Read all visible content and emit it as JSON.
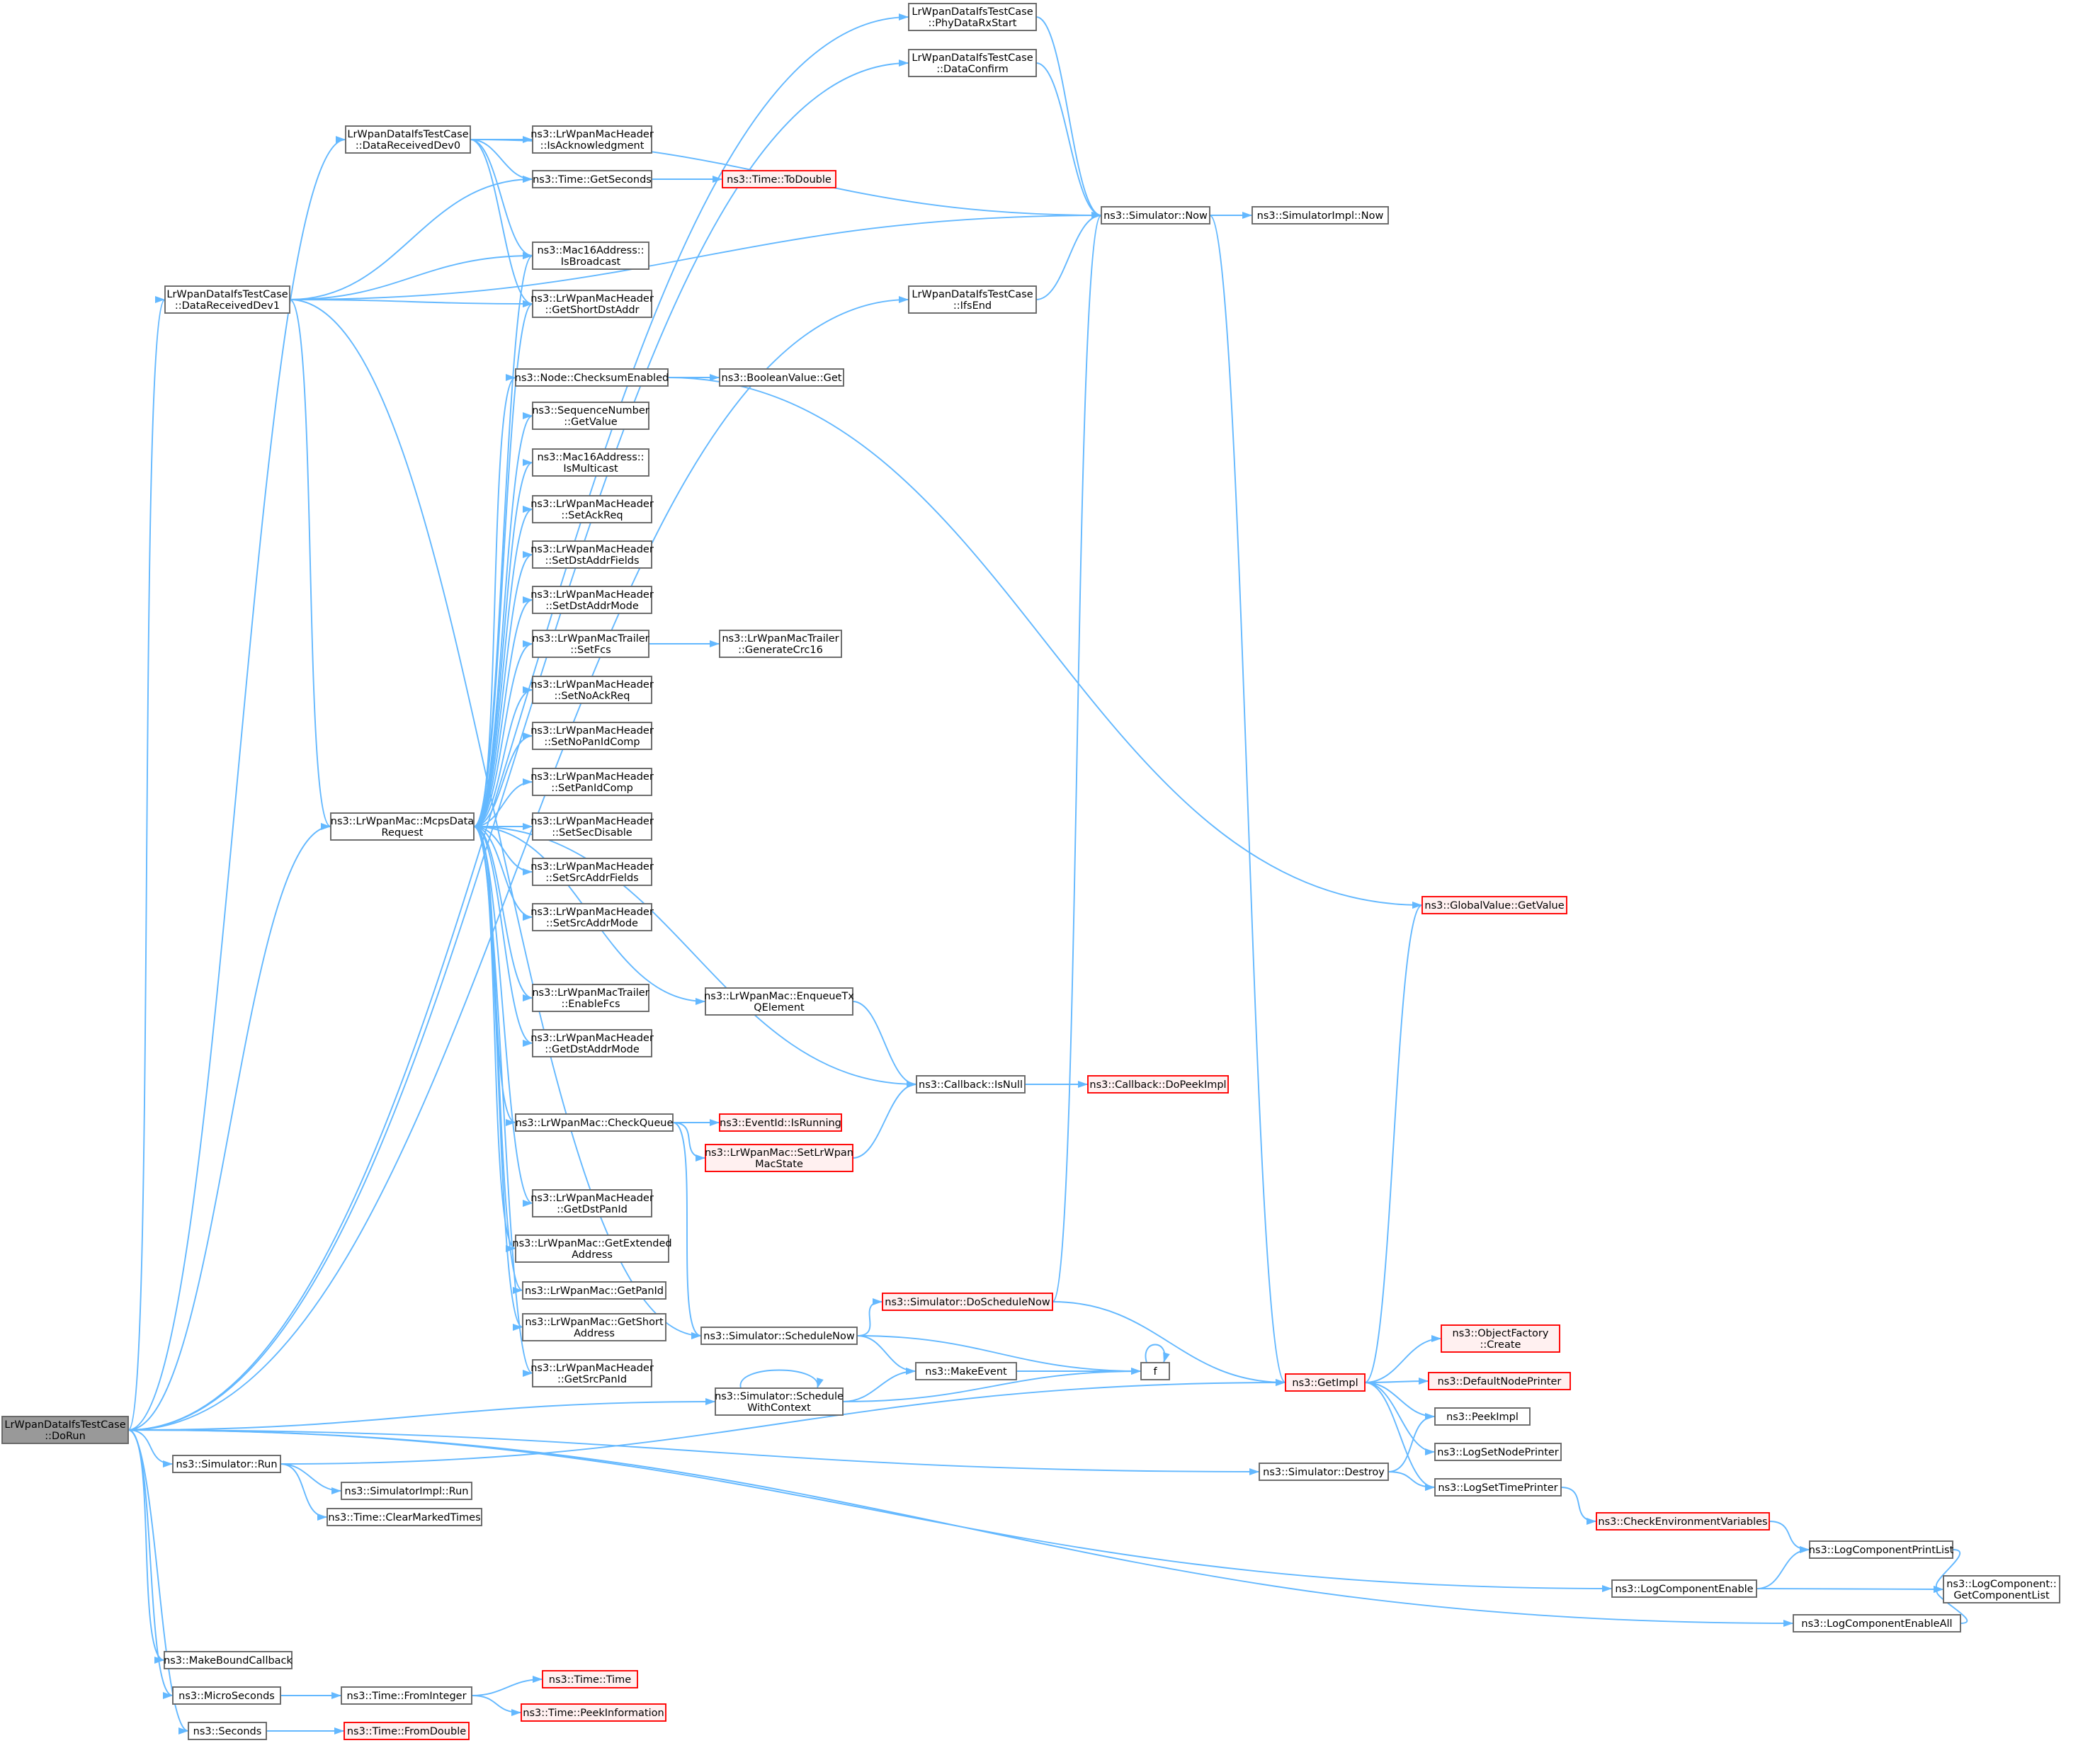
{
  "title": "",
  "colors": {
    "edge": "#63b8ff",
    "node_border": "#666666",
    "node_fill": "#ffffff",
    "current_fill": "#999999",
    "current_border": "#666666",
    "truncated_border": "#ff0000",
    "truncated_fill": "#fff0f0"
  },
  "nodes": [
    {
      "id": "dorun",
      "lines": [
        "LrWpanDataIfsTestCase",
        "::DoRun"
      ],
      "style": "current"
    },
    {
      "id": "phyrx",
      "lines": [
        "LrWpanDataIfsTestCase",
        "::PhyDataRxStart"
      ]
    },
    {
      "id": "dataconfirm",
      "lines": [
        "LrWpanDataIfsTestCase",
        "::DataConfirm"
      ]
    },
    {
      "id": "recv0",
      "lines": [
        "LrWpanDataIfsTestCase",
        "::DataReceivedDev0"
      ]
    },
    {
      "id": "isack",
      "lines": [
        "ns3::LrWpanMacHeader",
        "::IsAcknowledgment"
      ]
    },
    {
      "id": "getseconds",
      "lines": [
        "ns3::Time::GetSeconds"
      ]
    },
    {
      "id": "todouble",
      "lines": [
        "ns3::Time::ToDouble"
      ],
      "style": "red"
    },
    {
      "id": "now",
      "lines": [
        "ns3::Simulator::Now"
      ]
    },
    {
      "id": "implnow",
      "lines": [
        "ns3::SimulatorImpl::Now"
      ]
    },
    {
      "id": "recv1",
      "lines": [
        "LrWpanDataIfsTestCase",
        "::DataReceivedDev1"
      ]
    },
    {
      "id": "isbroadcast",
      "lines": [
        "ns3::Mac16Address::",
        "IsBroadcast"
      ]
    },
    {
      "id": "getshortdst",
      "lines": [
        "ns3::LrWpanMacHeader",
        "::GetShortDstAddr"
      ]
    },
    {
      "id": "ifsend",
      "lines": [
        "LrWpanDataIfsTestCase",
        "::IfsEnd"
      ]
    },
    {
      "id": "checksum",
      "lines": [
        "ns3::Node::ChecksumEnabled"
      ]
    },
    {
      "id": "boolget",
      "lines": [
        "ns3::BooleanValue::Get"
      ]
    },
    {
      "id": "seqget",
      "lines": [
        "ns3::SequenceNumber",
        "::GetValue"
      ]
    },
    {
      "id": "ismulticast",
      "lines": [
        "ns3::Mac16Address::",
        "IsMulticast"
      ]
    },
    {
      "id": "setackreq",
      "lines": [
        "ns3::LrWpanMacHeader",
        "::SetAckReq"
      ]
    },
    {
      "id": "setdstfields",
      "lines": [
        "ns3::LrWpanMacHeader",
        "::SetDstAddrFields"
      ]
    },
    {
      "id": "setdstmode",
      "lines": [
        "ns3::LrWpanMacHeader",
        "::SetDstAddrMode"
      ]
    },
    {
      "id": "setfcs",
      "lines": [
        "ns3::LrWpanMacTrailer",
        "::SetFcs"
      ]
    },
    {
      "id": "gencrc",
      "lines": [
        "ns3::LrWpanMacTrailer",
        "::GenerateCrc16"
      ]
    },
    {
      "id": "setnoack",
      "lines": [
        "ns3::LrWpanMacHeader",
        "::SetNoAckReq"
      ]
    },
    {
      "id": "setnopanid",
      "lines": [
        "ns3::LrWpanMacHeader",
        "::SetNoPanIdComp"
      ]
    },
    {
      "id": "mcps",
      "lines": [
        "ns3::LrWpanMac::McpsData",
        "Request"
      ]
    },
    {
      "id": "setpanid",
      "lines": [
        "ns3::LrWpanMacHeader",
        "::SetPanIdComp"
      ]
    },
    {
      "id": "setsecdisable",
      "lines": [
        "ns3::LrWpanMacHeader",
        "::SetSecDisable"
      ]
    },
    {
      "id": "setsrcfields",
      "lines": [
        "ns3::LrWpanMacHeader",
        "::SetSrcAddrFields"
      ]
    },
    {
      "id": "setsrcmode",
      "lines": [
        "ns3::LrWpanMacHeader",
        "::SetSrcAddrMode"
      ]
    },
    {
      "id": "globalget",
      "lines": [
        "ns3::GlobalValue::GetValue"
      ],
      "style": "red"
    },
    {
      "id": "enablefcs",
      "lines": [
        "ns3::LrWpanMacTrailer",
        "::EnableFcs"
      ]
    },
    {
      "id": "enqueue",
      "lines": [
        "ns3::LrWpanMac::EnqueueTx",
        "QElement"
      ]
    },
    {
      "id": "getdstmode",
      "lines": [
        "ns3::LrWpanMacHeader",
        "::GetDstAddrMode"
      ]
    },
    {
      "id": "isnull",
      "lines": [
        "ns3::Callback::IsNull"
      ]
    },
    {
      "id": "dopeek",
      "lines": [
        "ns3::Callback::DoPeekImpl"
      ],
      "style": "red"
    },
    {
      "id": "checkqueue",
      "lines": [
        "ns3::LrWpanMac::CheckQueue"
      ]
    },
    {
      "id": "isrunning",
      "lines": [
        "ns3::EventId::IsRunning"
      ],
      "style": "red"
    },
    {
      "id": "setstate",
      "lines": [
        "ns3::LrWpanMac::SetLrWpan",
        "MacState"
      ],
      "style": "red"
    },
    {
      "id": "getdstpan",
      "lines": [
        "ns3::LrWpanMacHeader",
        "::GetDstPanId"
      ]
    },
    {
      "id": "getext",
      "lines": [
        "ns3::LrWpanMac::GetExtended",
        "Address"
      ]
    },
    {
      "id": "getpanid",
      "lines": [
        "ns3::LrWpanMac::GetPanId"
      ]
    },
    {
      "id": "getshort",
      "lines": [
        "ns3::LrWpanMac::GetShort",
        "Address"
      ]
    },
    {
      "id": "getsrcpan",
      "lines": [
        "ns3::LrWpanMacHeader",
        "::GetSrcPanId"
      ]
    },
    {
      "id": "doschedulenow",
      "lines": [
        "ns3::Simulator::DoScheduleNow"
      ],
      "style": "red"
    },
    {
      "id": "schedulenow",
      "lines": [
        "ns3::Simulator::ScheduleNow"
      ]
    },
    {
      "id": "makeevent",
      "lines": [
        "ns3::MakeEvent"
      ]
    },
    {
      "id": "f",
      "lines": [
        "f"
      ]
    },
    {
      "id": "schedctx",
      "lines": [
        "ns3::Simulator::Schedule",
        "WithContext"
      ]
    },
    {
      "id": "getimpl",
      "lines": [
        "ns3::GetImpl"
      ],
      "style": "red"
    },
    {
      "id": "objcreate",
      "lines": [
        "ns3::ObjectFactory",
        "::Create"
      ],
      "style": "red"
    },
    {
      "id": "defnodeprinter",
      "lines": [
        "ns3::DefaultNodePrinter"
      ],
      "style": "red"
    },
    {
      "id": "peekimpl",
      "lines": [
        "ns3::PeekImpl"
      ]
    },
    {
      "id": "lognodeprinter",
      "lines": [
        "ns3::LogSetNodePrinter"
      ]
    },
    {
      "id": "logtimeprinter",
      "lines": [
        "ns3::LogSetTimePrinter"
      ]
    },
    {
      "id": "destroy",
      "lines": [
        "ns3::Simulator::Destroy"
      ]
    },
    {
      "id": "run",
      "lines": [
        "ns3::Simulator::Run"
      ]
    },
    {
      "id": "implrun",
      "lines": [
        "ns3::SimulatorImpl::Run"
      ]
    },
    {
      "id": "clearmarked",
      "lines": [
        "ns3::Time::ClearMarkedTimes"
      ]
    },
    {
      "id": "checkenv",
      "lines": [
        "ns3::CheckEnvironmentVariables"
      ],
      "style": "red"
    },
    {
      "id": "printlist",
      "lines": [
        "ns3::LogComponentPrintList"
      ]
    },
    {
      "id": "logenable",
      "lines": [
        "ns3::LogComponentEnable"
      ]
    },
    {
      "id": "getcomplist",
      "lines": [
        "ns3::LogComponent::",
        "GetComponentList"
      ]
    },
    {
      "id": "logenableall",
      "lines": [
        "ns3::LogComponentEnableAll"
      ]
    },
    {
      "id": "makebound",
      "lines": [
        "ns3::MakeBoundCallback"
      ]
    },
    {
      "id": "microseconds",
      "lines": [
        "ns3::MicroSeconds"
      ]
    },
    {
      "id": "frominteger",
      "lines": [
        "ns3::Time::FromInteger"
      ]
    },
    {
      "id": "timetime",
      "lines": [
        "ns3::Time::Time"
      ],
      "style": "red"
    },
    {
      "id": "peekinfo",
      "lines": [
        "ns3::Time::PeekInformation"
      ],
      "style": "red"
    },
    {
      "id": "seconds",
      "lines": [
        "ns3::Seconds"
      ]
    },
    {
      "id": "fromdouble",
      "lines": [
        "ns3::Time::FromDouble"
      ],
      "style": "red"
    }
  ],
  "edges": [
    [
      "dorun",
      "phyrx"
    ],
    [
      "dorun",
      "dataconfirm"
    ],
    [
      "dorun",
      "recv0"
    ],
    [
      "dorun",
      "recv1"
    ],
    [
      "dorun",
      "ifsend"
    ],
    [
      "dorun",
      "mcps"
    ],
    [
      "dorun",
      "schedctx"
    ],
    [
      "dorun",
      "run"
    ],
    [
      "dorun",
      "destroy"
    ],
    [
      "dorun",
      "logenable"
    ],
    [
      "dorun",
      "logenableall"
    ],
    [
      "dorun",
      "makebound"
    ],
    [
      "dorun",
      "microseconds"
    ],
    [
      "dorun",
      "seconds"
    ],
    [
      "phyrx",
      "now"
    ],
    [
      "dataconfirm",
      "now"
    ],
    [
      "recv0",
      "isack"
    ],
    [
      "recv0",
      "getseconds"
    ],
    [
      "recv0",
      "now"
    ],
    [
      "recv0",
      "isbroadcast"
    ],
    [
      "recv0",
      "getshortdst"
    ],
    [
      "getseconds",
      "todouble"
    ],
    [
      "now",
      "implnow"
    ],
    [
      "now",
      "getimpl"
    ],
    [
      "recv1",
      "getseconds"
    ],
    [
      "recv1",
      "now"
    ],
    [
      "recv1",
      "isbroadcast"
    ],
    [
      "recv1",
      "getshortdst"
    ],
    [
      "recv1",
      "mcps"
    ],
    [
      "recv1",
      "schedulenow"
    ],
    [
      "ifsend",
      "now"
    ],
    [
      "checksum",
      "boolget"
    ],
    [
      "checksum",
      "globalget"
    ],
    [
      "setfcs",
      "gencrc"
    ],
    [
      "mcps",
      "isbroadcast"
    ],
    [
      "mcps",
      "getshortdst"
    ],
    [
      "mcps",
      "checksum"
    ],
    [
      "mcps",
      "seqget"
    ],
    [
      "mcps",
      "ismulticast"
    ],
    [
      "mcps",
      "setackreq"
    ],
    [
      "mcps",
      "setdstfields"
    ],
    [
      "mcps",
      "setdstmode"
    ],
    [
      "mcps",
      "setfcs"
    ],
    [
      "mcps",
      "setnoack"
    ],
    [
      "mcps",
      "setnopanid"
    ],
    [
      "mcps",
      "setpanid"
    ],
    [
      "mcps",
      "setsecdisable"
    ],
    [
      "mcps",
      "setsrcfields"
    ],
    [
      "mcps",
      "setsrcmode"
    ],
    [
      "mcps",
      "enqueue"
    ],
    [
      "mcps",
      "enablefcs"
    ],
    [
      "mcps",
      "getdstmode"
    ],
    [
      "mcps",
      "isnull"
    ],
    [
      "mcps",
      "checkqueue"
    ],
    [
      "mcps",
      "getdstpan"
    ],
    [
      "mcps",
      "getext"
    ],
    [
      "mcps",
      "getpanid"
    ],
    [
      "mcps",
      "getshort"
    ],
    [
      "mcps",
      "getsrcpan"
    ],
    [
      "enqueue",
      "isnull"
    ],
    [
      "isnull",
      "dopeek"
    ],
    [
      "checkqueue",
      "isrunning"
    ],
    [
      "checkqueue",
      "setstate"
    ],
    [
      "checkqueue",
      "schedulenow"
    ],
    [
      "setstate",
      "isnull"
    ],
    [
      "doschedulenow",
      "now"
    ],
    [
      "doschedulenow",
      "getimpl"
    ],
    [
      "schedulenow",
      "doschedulenow"
    ],
    [
      "schedulenow",
      "makeevent"
    ],
    [
      "schedulenow",
      "f"
    ],
    [
      "makeevent",
      "f"
    ],
    [
      "f",
      "f"
    ],
    [
      "schedctx",
      "schedctx"
    ],
    [
      "schedctx",
      "makeevent"
    ],
    [
      "schedctx",
      "f"
    ],
    [
      "getimpl",
      "globalget"
    ],
    [
      "getimpl",
      "objcreate"
    ],
    [
      "getimpl",
      "defnodeprinter"
    ],
    [
      "getimpl",
      "peekimpl"
    ],
    [
      "getimpl",
      "lognodeprinter"
    ],
    [
      "getimpl",
      "logtimeprinter"
    ],
    [
      "destroy",
      "peekimpl"
    ],
    [
      "destroy",
      "logtimeprinter"
    ],
    [
      "run",
      "getimpl"
    ],
    [
      "run",
      "implrun"
    ],
    [
      "run",
      "clearmarked"
    ],
    [
      "logtimeprinter",
      "checkenv"
    ],
    [
      "checkenv",
      "printlist"
    ],
    [
      "printlist",
      "getcomplist"
    ],
    [
      "logenable",
      "printlist"
    ],
    [
      "logenable",
      "getcomplist"
    ],
    [
      "logenableall",
      "getcomplist"
    ],
    [
      "microseconds",
      "frominteger"
    ],
    [
      "frominteger",
      "timetime"
    ],
    [
      "frominteger",
      "peekinfo"
    ],
    [
      "seconds",
      "fromdouble"
    ]
  ]
}
